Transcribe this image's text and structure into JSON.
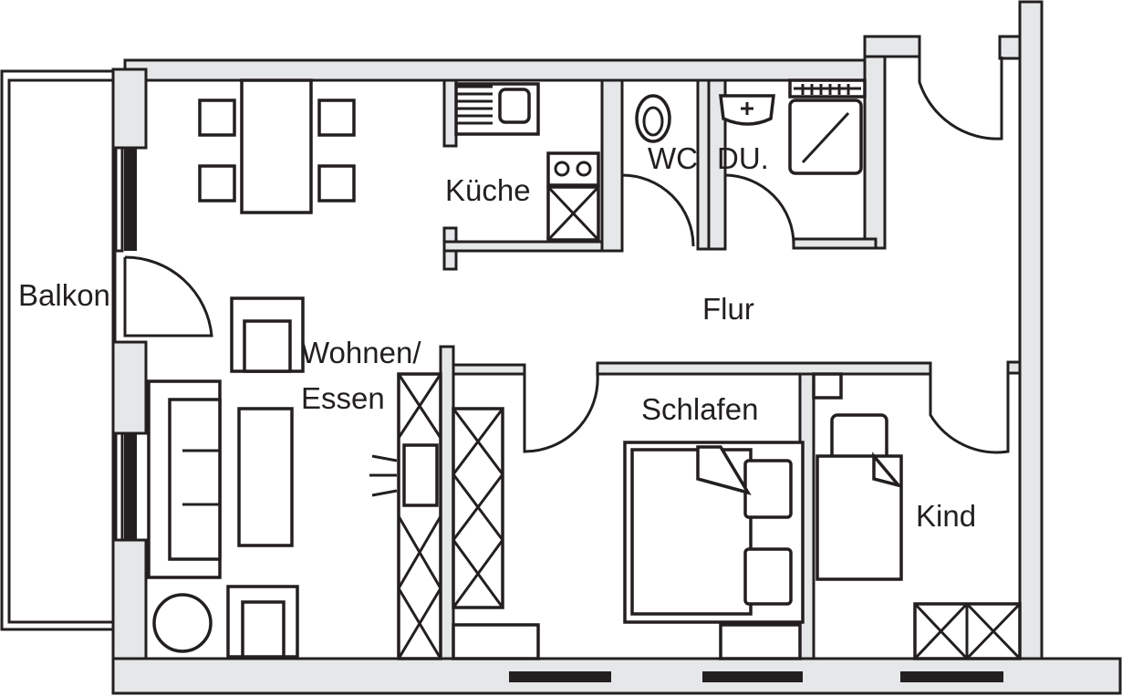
{
  "rooms": {
    "balkon": "Balkon",
    "kueche": "Küche",
    "wc": "WC",
    "dusche": "DU.",
    "flur": "Flur",
    "wohnen_line1": "Wohnen/",
    "wohnen_line2": "Essen",
    "schlafen": "Schlafen",
    "kind": "Kind"
  },
  "colors": {
    "wall_fill": "#e6e7e8",
    "line": "#231f20"
  }
}
